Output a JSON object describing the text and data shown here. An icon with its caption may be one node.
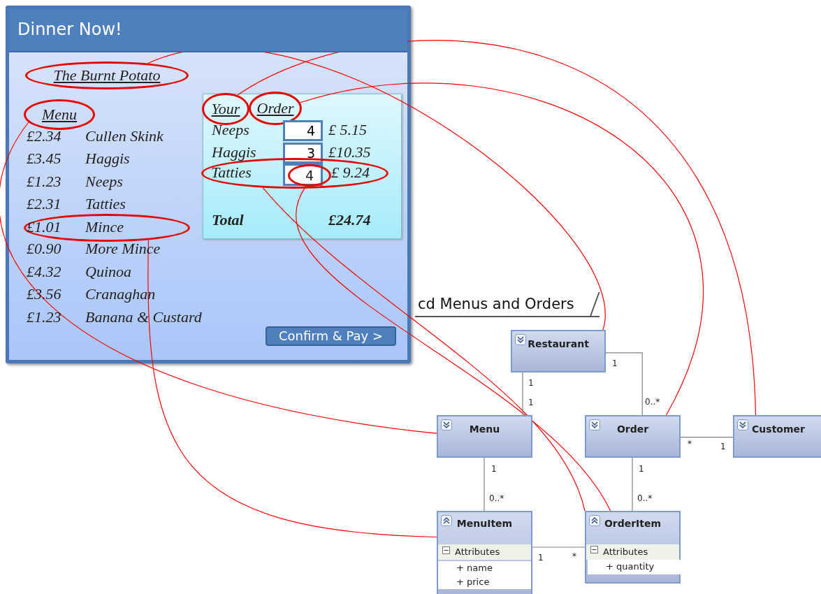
{
  "diagram": {
    "nodes": [
      {
        "text": [
          "Dinner Now!"
        ]
      },
      {
        "text": [
          "The Burnt Potato"
        ],
        "in": 0
      },
      {
        "text": [
          "Menu"
        ],
        "in": 0
      },
      {
        "text": [
          "£1.01",
          "Mince"
        ],
        "in": 0
      },
      {
        "text": [],
        "shape": "box",
        "in": 0
      },
      {
        "text": [
          "Your"
        ],
        "in": 4
      },
      {
        "text": [
          "Order"
        ],
        "in": 4
      },
      {
        "text": [
          "4"
        ],
        "in": 4
      },
      {
        "text": [
          "3"
        ],
        "in": 4
      },
      {
        "text": [
          "Tatties",
          "£ 9.24"
        ],
        "in": 4
      },
      {
        "text": [
          "4"
        ],
        "in": 9
      },
      {
        "text": [
          "Confirm & Pay >"
        ],
        "in": 0
      },
      {
        "text": [
          "cd Menus and Orders"
        ]
      },
      {
        "text": [
          "Restaurant"
        ]
      },
      {
        "text": [
          "Menu"
        ]
      },
      {
        "text": [
          "Order"
        ]
      },
      {
        "text": [
          "Customer"
        ]
      },
      {
        "text": [
          "MenuItem",
          "Attributes",
          "+ name",
          "+ price"
        ]
      },
      {
        "text": [
          "OrderItem",
          "Attributes"
        ]
      },
      {
        "text": [
          "+ quantity"
        ],
        "in": 18
      }
    ],
    "edges": [
      {
        "from": 1,
        "to": 13,
        "arrow": "none"
      },
      {
        "from": 5,
        "to": 16,
        "arrow": "none"
      },
      {
        "from": 6,
        "to": 15,
        "arrow": "none"
      },
      {
        "from": 2,
        "to": 14,
        "arrow": "none"
      },
      {
        "from": 3,
        "to": 17,
        "arrow": "none"
      },
      {
        "from": 9,
        "to": 18,
        "arrow": "none"
      },
      {
        "from": 10,
        "to": 19,
        "arrow": "none"
      },
      {
        "from": 13,
        "to": 14,
        "arrow": "none",
        "color": "#808080"
      },
      {
        "from": 13,
        "to": 15,
        "arrow": "none",
        "color": "#808080"
      },
      {
        "from": 14,
        "to": 17,
        "arrow": "none",
        "color": "#808080"
      },
      {
        "from": 15,
        "to": 16,
        "arrow": "none",
        "color": "#808080"
      },
      {
        "from": 15,
        "to": 18,
        "arrow": "none",
        "color": "#808080"
      },
      {
        "from": 17,
        "to": 18,
        "arrow": "none",
        "color": "#808080"
      }
    ],
    "labels": [
      "£2.34",
      "Cullen Skink",
      "£3.45",
      "Haggis",
      "£1.23",
      "Neeps",
      "£2.31",
      "Tatties",
      "£0.90",
      "More Mince",
      "£4.32",
      "Quinoa",
      "£3.56",
      "Cranaghan",
      "£1.23",
      "Banana & Custard",
      "Neeps",
      "£ 5.15",
      "Haggis",
      "£10.35",
      "Total",
      "£24.74",
      "1",
      "1",
      "1",
      "0..*",
      "*",
      "1",
      "1",
      "0..*",
      "1",
      "0..*",
      "1",
      "*"
    ]
  }
}
